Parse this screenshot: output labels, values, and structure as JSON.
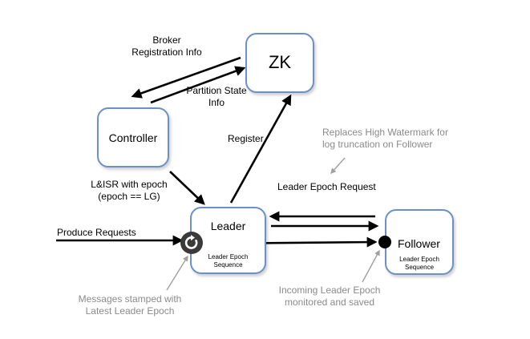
{
  "nodes": {
    "zk": {
      "label": "ZK"
    },
    "controller": {
      "label": "Controller"
    },
    "leader": {
      "label": "Leader",
      "sublabel_line1": "Leader Epoch",
      "sublabel_line2": "Sequence"
    },
    "follower": {
      "label": "Follower",
      "sublabel_line1": "Leader Epoch",
      "sublabel_line2": "Sequence"
    }
  },
  "edge_labels": {
    "broker_registration_line1": "Broker",
    "broker_registration_line2": "Registration Info",
    "partition_state_line1": "Partition State",
    "partition_state_line2": "Info",
    "register": "Register",
    "lisr_line1": "L&ISR with epoch",
    "lisr_line2": "(epoch == LG)",
    "leader_epoch_request": "Leader Epoch Request",
    "produce_requests": "Produce Requests"
  },
  "annotations": {
    "replaces_hw_line1": "Replaces High Watermark for",
    "replaces_hw_line2": "log truncation on Follower",
    "messages_stamped_line1": "Messages stamped with",
    "messages_stamped_line2": "Latest Leader Epoch",
    "incoming_epoch_line1": "Incoming Leader Epoch",
    "incoming_epoch_line2": "monitored and saved"
  },
  "colors": {
    "box_border": "#6b8fc9",
    "arrow": "#000000",
    "note_text": "#8a8a8a",
    "note_arrow": "#a0a0a0",
    "refresh_dot": "#3a3a3a"
  },
  "icons": {
    "leader_marker": "refresh-icon",
    "follower_marker": "dot-icon"
  }
}
